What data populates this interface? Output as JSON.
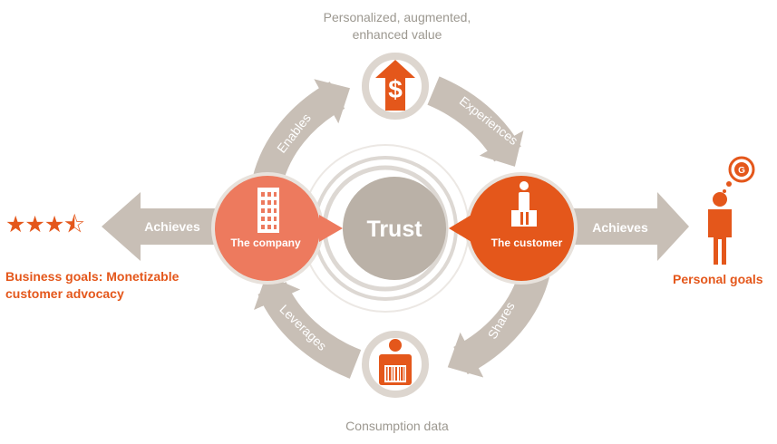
{
  "diagram": {
    "top_caption_line1": "Personalized, augmented,",
    "top_caption_line2": "enhanced value",
    "bottom_caption": "Consumption data",
    "center_label": "Trust",
    "company_label": "The company",
    "customer_label": "The customer",
    "left_arrow_label": "Achieves",
    "right_arrow_label": "Achieves",
    "cycle_labels": {
      "enables": "Enables",
      "experiences": "Experiences",
      "shares": "Shares",
      "leverages": "Leverages"
    },
    "business_goal_line1": "Business goals: Monetizable",
    "business_goal_line2": "customer advocacy",
    "personal_goal": "Personal goals",
    "rating_stars": "★★★⯪",
    "dollar_symbol": "$",
    "goal_badge_letter": "G",
    "colors": {
      "accent_orange": "#e4571b",
      "company_salmon": "#ed7a5e",
      "taupe": "#c8bfb6",
      "trust_circle": "#bab1a7",
      "ring_gray": "#ddd8d3"
    }
  }
}
